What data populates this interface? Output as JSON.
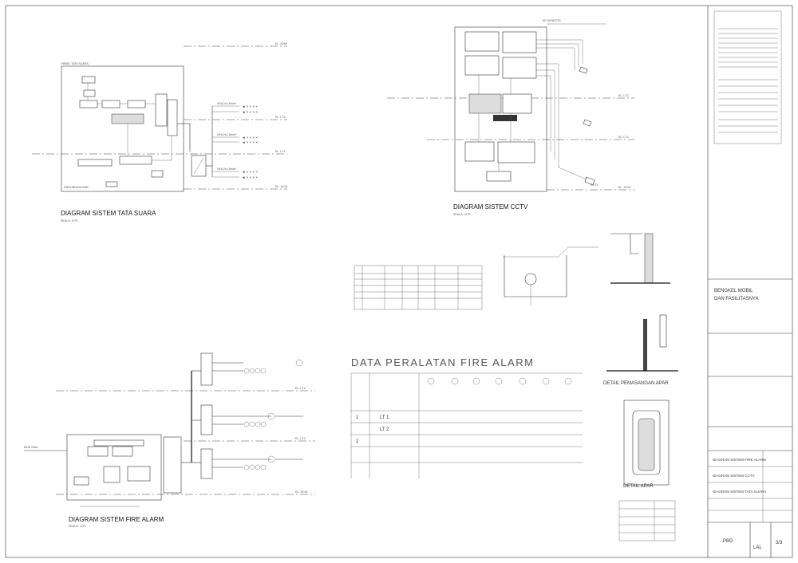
{
  "diagrams": {
    "tata_suara": {
      "title": "DIAGRAM SISTEM TATA SUARA",
      "scale": "SKALA : NTS"
    },
    "cctv": {
      "title": "DIAGRAM SISTEM CCTV",
      "scale": "SKALA : NTS"
    },
    "fire_alarm": {
      "title": "DIAGRAM SISTEM FIRE ALARM",
      "scale": "SKALA : NTS"
    },
    "apar_install": {
      "title": "DETAIL PEMASANGAN APAR"
    },
    "apar": {
      "title": "DETAIL APAR"
    }
  },
  "fire_alarm_table": {
    "title": "DATA PERALATAN FIRE ALARM",
    "rows": [
      {
        "no": "1",
        "lantai": "LT 1"
      },
      {
        "no": "",
        "lantai": "LT 2"
      },
      {
        "no": "2",
        "lantai": ""
      }
    ]
  },
  "title_block": {
    "project_line1": "BENGKEL MOBIL",
    "project_line2": "DAN FASILITASNYA",
    "short_name": "PBG",
    "drawn_by": "LAL",
    "sheet_number": "3/3",
    "drawing_list": [
      "DIAGRAM SISTEM FIRE ALARM",
      "DIAGRAM SISTEM CCTV",
      "DIAGRAM SISTEM TATA SUARA"
    ]
  },
  "icons": {
    "smoke_detector": "smoke-detector-icon",
    "heat_detector": "heat-detector-icon",
    "speaker": "speaker-icon",
    "camera": "cctv-camera-icon",
    "bell": "alarm-bell-icon",
    "extinguisher": "fire-extinguisher-icon"
  }
}
